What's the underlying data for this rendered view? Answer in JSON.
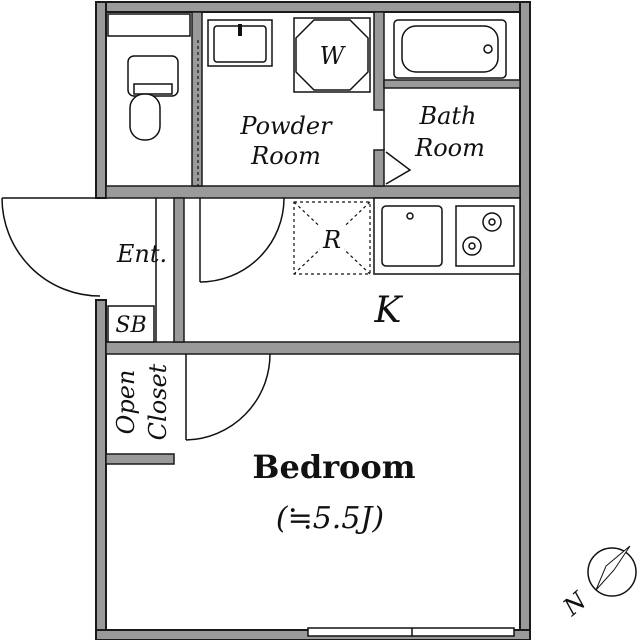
{
  "labels": {
    "powder_room_l1": "Powder",
    "powder_room_l2": "Room",
    "bath_room_l1": "Bath",
    "bath_room_l2": "Room",
    "washer": "W",
    "fridge": "R",
    "entrance": "Ent.",
    "shoe_box": "SB",
    "kitchen": "K",
    "open_closet_l1": "Open",
    "open_closet_l2": "Closet",
    "bedroom": "Bedroom",
    "bedroom_size": "(≒5.5J)",
    "compass_north": "N"
  },
  "colors": {
    "wall": "#9a9a9a",
    "wall_edge": "#1a1a1a",
    "line": "#111111",
    "background": "#ffffff"
  }
}
